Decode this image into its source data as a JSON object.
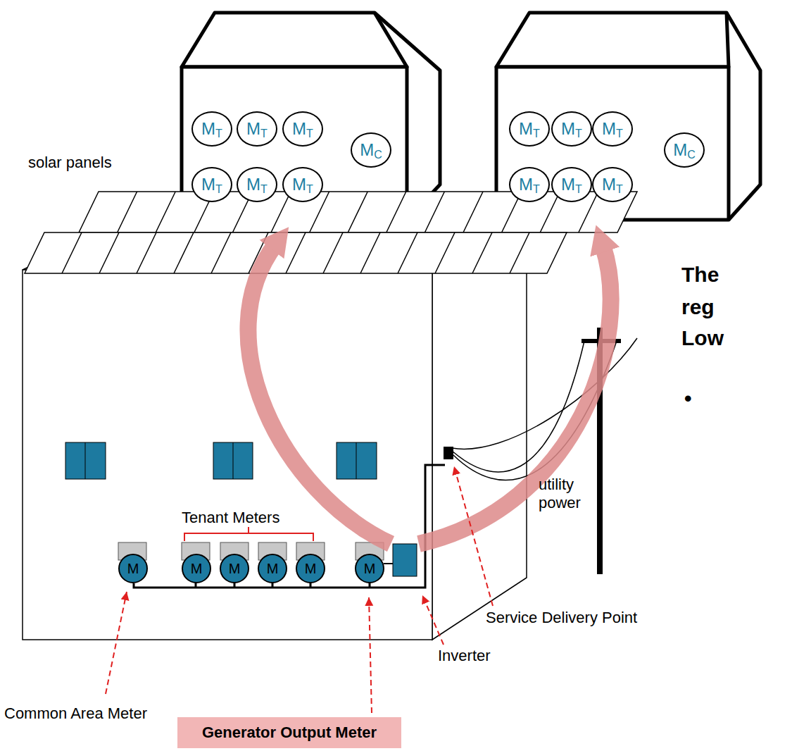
{
  "diagram": {
    "nodes": [
      {
        "text": [
          "M",
          "T"
        ]
      },
      {
        "text": [
          "M",
          "T"
        ]
      },
      {
        "text": [
          "M",
          "T"
        ]
      },
      {
        "text": [
          "M",
          "C"
        ]
      },
      {
        "text": [
          "M",
          "T"
        ]
      },
      {
        "text": [
          "M",
          "T"
        ]
      },
      {
        "text": [
          "M",
          "T"
        ]
      },
      {
        "text": [
          "M",
          "T"
        ]
      },
      {
        "text": [
          "M",
          "T"
        ]
      },
      {
        "text": [
          "M",
          "T"
        ]
      },
      {
        "text": [
          "M",
          "C"
        ]
      },
      {
        "text": [
          "M",
          "T"
        ]
      },
      {
        "text": [
          "M",
          "T"
        ]
      },
      {
        "text": [
          "M",
          "T"
        ]
      },
      {
        "text": [
          "M"
        ]
      },
      {
        "text": [
          "M"
        ]
      },
      {
        "text": [
          "M"
        ]
      },
      {
        "text": [
          "M"
        ]
      },
      {
        "text": [
          "M"
        ]
      },
      {
        "text": [
          "M"
        ]
      },
      {
        "text": [
          "Generator Output Meter"
        ]
      }
    ],
    "labels": [
      "solar panels",
      "Tenant Meters",
      "utility power",
      "Service Delivery Point",
      "Inverter",
      "Common Area Meter",
      "The",
      "reg",
      "Low",
      "•"
    ]
  }
}
